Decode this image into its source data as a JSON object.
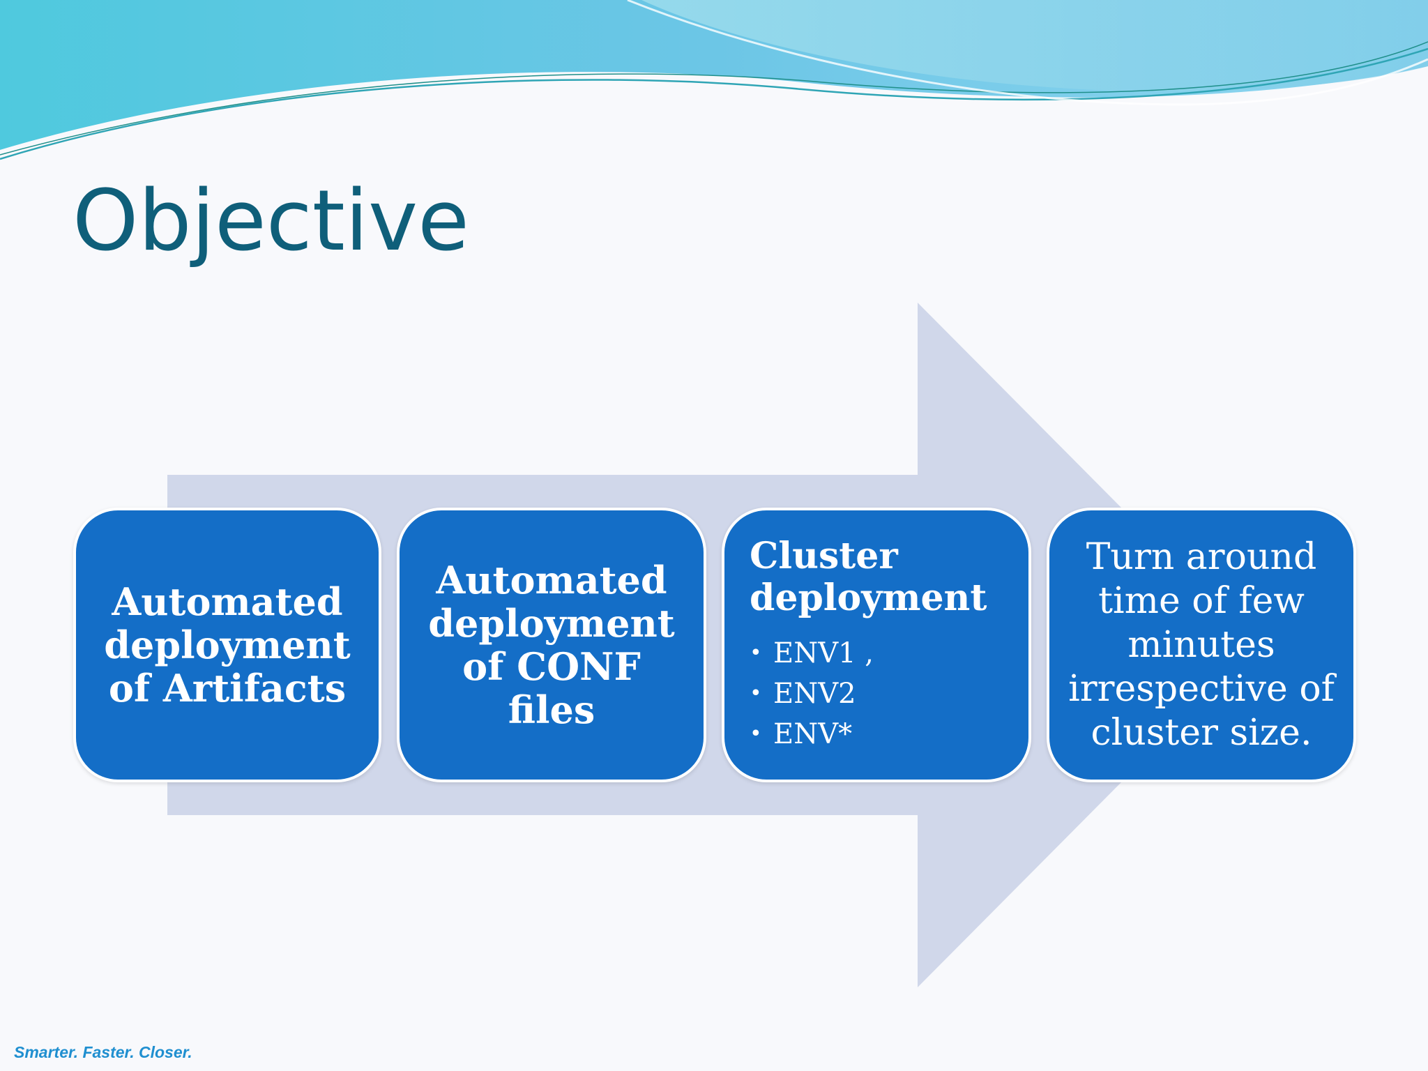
{
  "slide": {
    "title": "Objective",
    "tagline": "Smarter. Faster. Closer."
  },
  "colors": {
    "title": "#0f5f7a",
    "box_fill": "#146ec7",
    "arrow_fill": "#d0d7ea",
    "tagline": "#1f8fd0"
  },
  "steps": [
    {
      "text": "Automated deployment of Artifacts"
    },
    {
      "text": "Automated deployment of CONF files"
    },
    {
      "heading": "Cluster deployment",
      "items": [
        "ENV1 ,",
        "ENV2",
        "ENV*"
      ],
      "bullet": "•"
    },
    {
      "text": "Turn around time of few minutes irrespective of cluster size."
    }
  ]
}
